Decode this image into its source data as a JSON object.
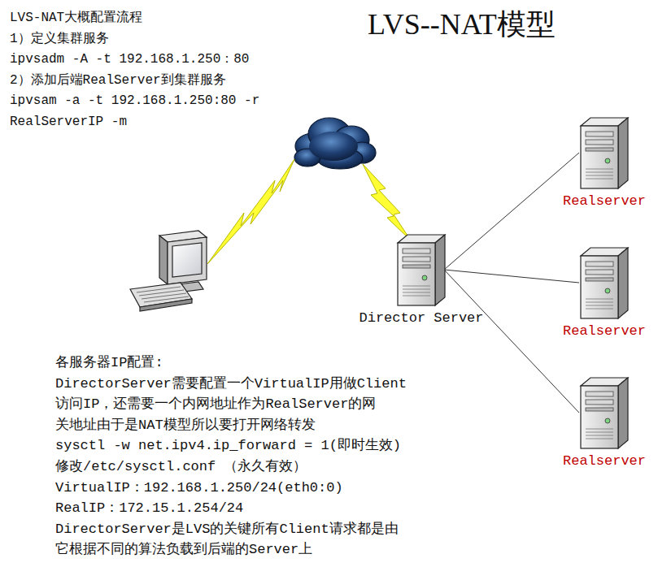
{
  "diagram": {
    "title": "LVS--NAT模型",
    "nodes": [
      {
        "text": [
          "Director Server"
        ]
      },
      {
        "text": [
          "Realserver"
        ]
      },
      {
        "text": [
          "Realserver"
        ]
      },
      {
        "text": [
          "Realserver"
        ]
      }
    ],
    "edges": [
      {
        "from": 0,
        "to": 1,
        "arrow": "none"
      },
      {
        "from": 0,
        "to": 2,
        "arrow": "none"
      },
      {
        "from": 0,
        "to": 3,
        "arrow": "none"
      }
    ],
    "labels": [
      "LVS-NAT大概配置流程",
      "1）定义集群服务",
      "ipvsadm -A -t 192.168.1.250：80",
      "2）添加后端RealServer到集群服务",
      "ipvsam -a -t 192.168.1.250:80 -r RealServerIP -m",
      "各服务器IP配置:",
      "DirectorServer需要配置一个VirtualIP用做Client",
      "访问IP，还需要一个内网地址作为RealServer的网",
      "关地址由于是NAT模型所以要打开网络转发",
      "sysctl -w net.ipv4.ip_forward = 1(即时生效)",
      "修改/etc/sysctl.conf （永久有效）",
      "VirtualIP：192.168.1.250/24(eth0:0)",
      "RealIP：172.15.1.254/24",
      "DirectorServer是LVS的关键所有Client请求都是由",
      "它根据不同的算法负载到后端的Server上"
    ]
  }
}
